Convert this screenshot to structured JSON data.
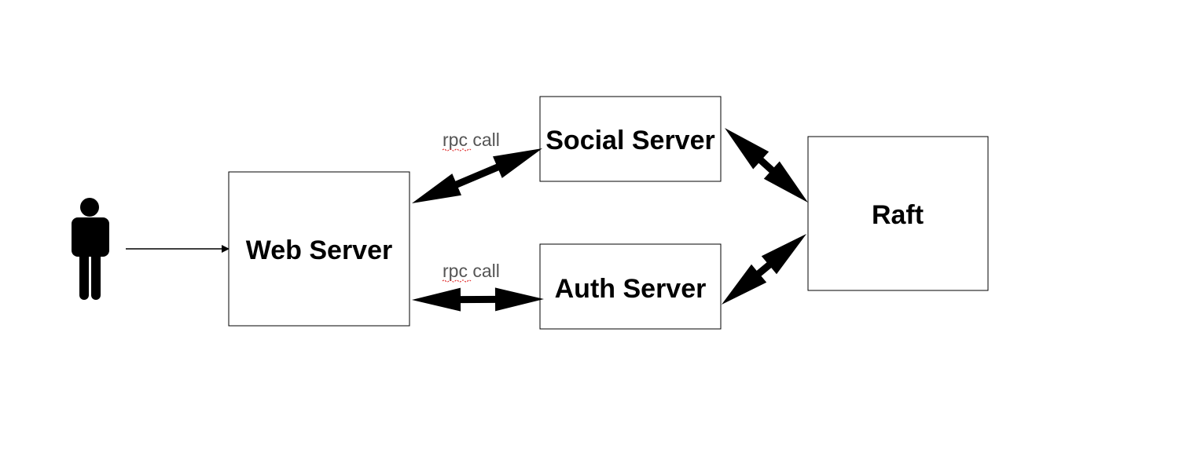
{
  "nodes": {
    "web_server": {
      "label": "Web Server"
    },
    "social_server": {
      "label": "Social Server"
    },
    "auth_server": {
      "label": "Auth Server"
    },
    "raft": {
      "label": "Raft"
    }
  },
  "edges": {
    "web_social": {
      "label": "rpc call",
      "spellcheck_word": "rpc"
    },
    "web_auth": {
      "label": "rpc call",
      "spellcheck_word": "rpc"
    }
  },
  "colors": {
    "stroke": "#000000",
    "edge_label": "#555555",
    "spellcheck_underline": "#e03030"
  },
  "icons": {
    "user": "person-icon"
  }
}
